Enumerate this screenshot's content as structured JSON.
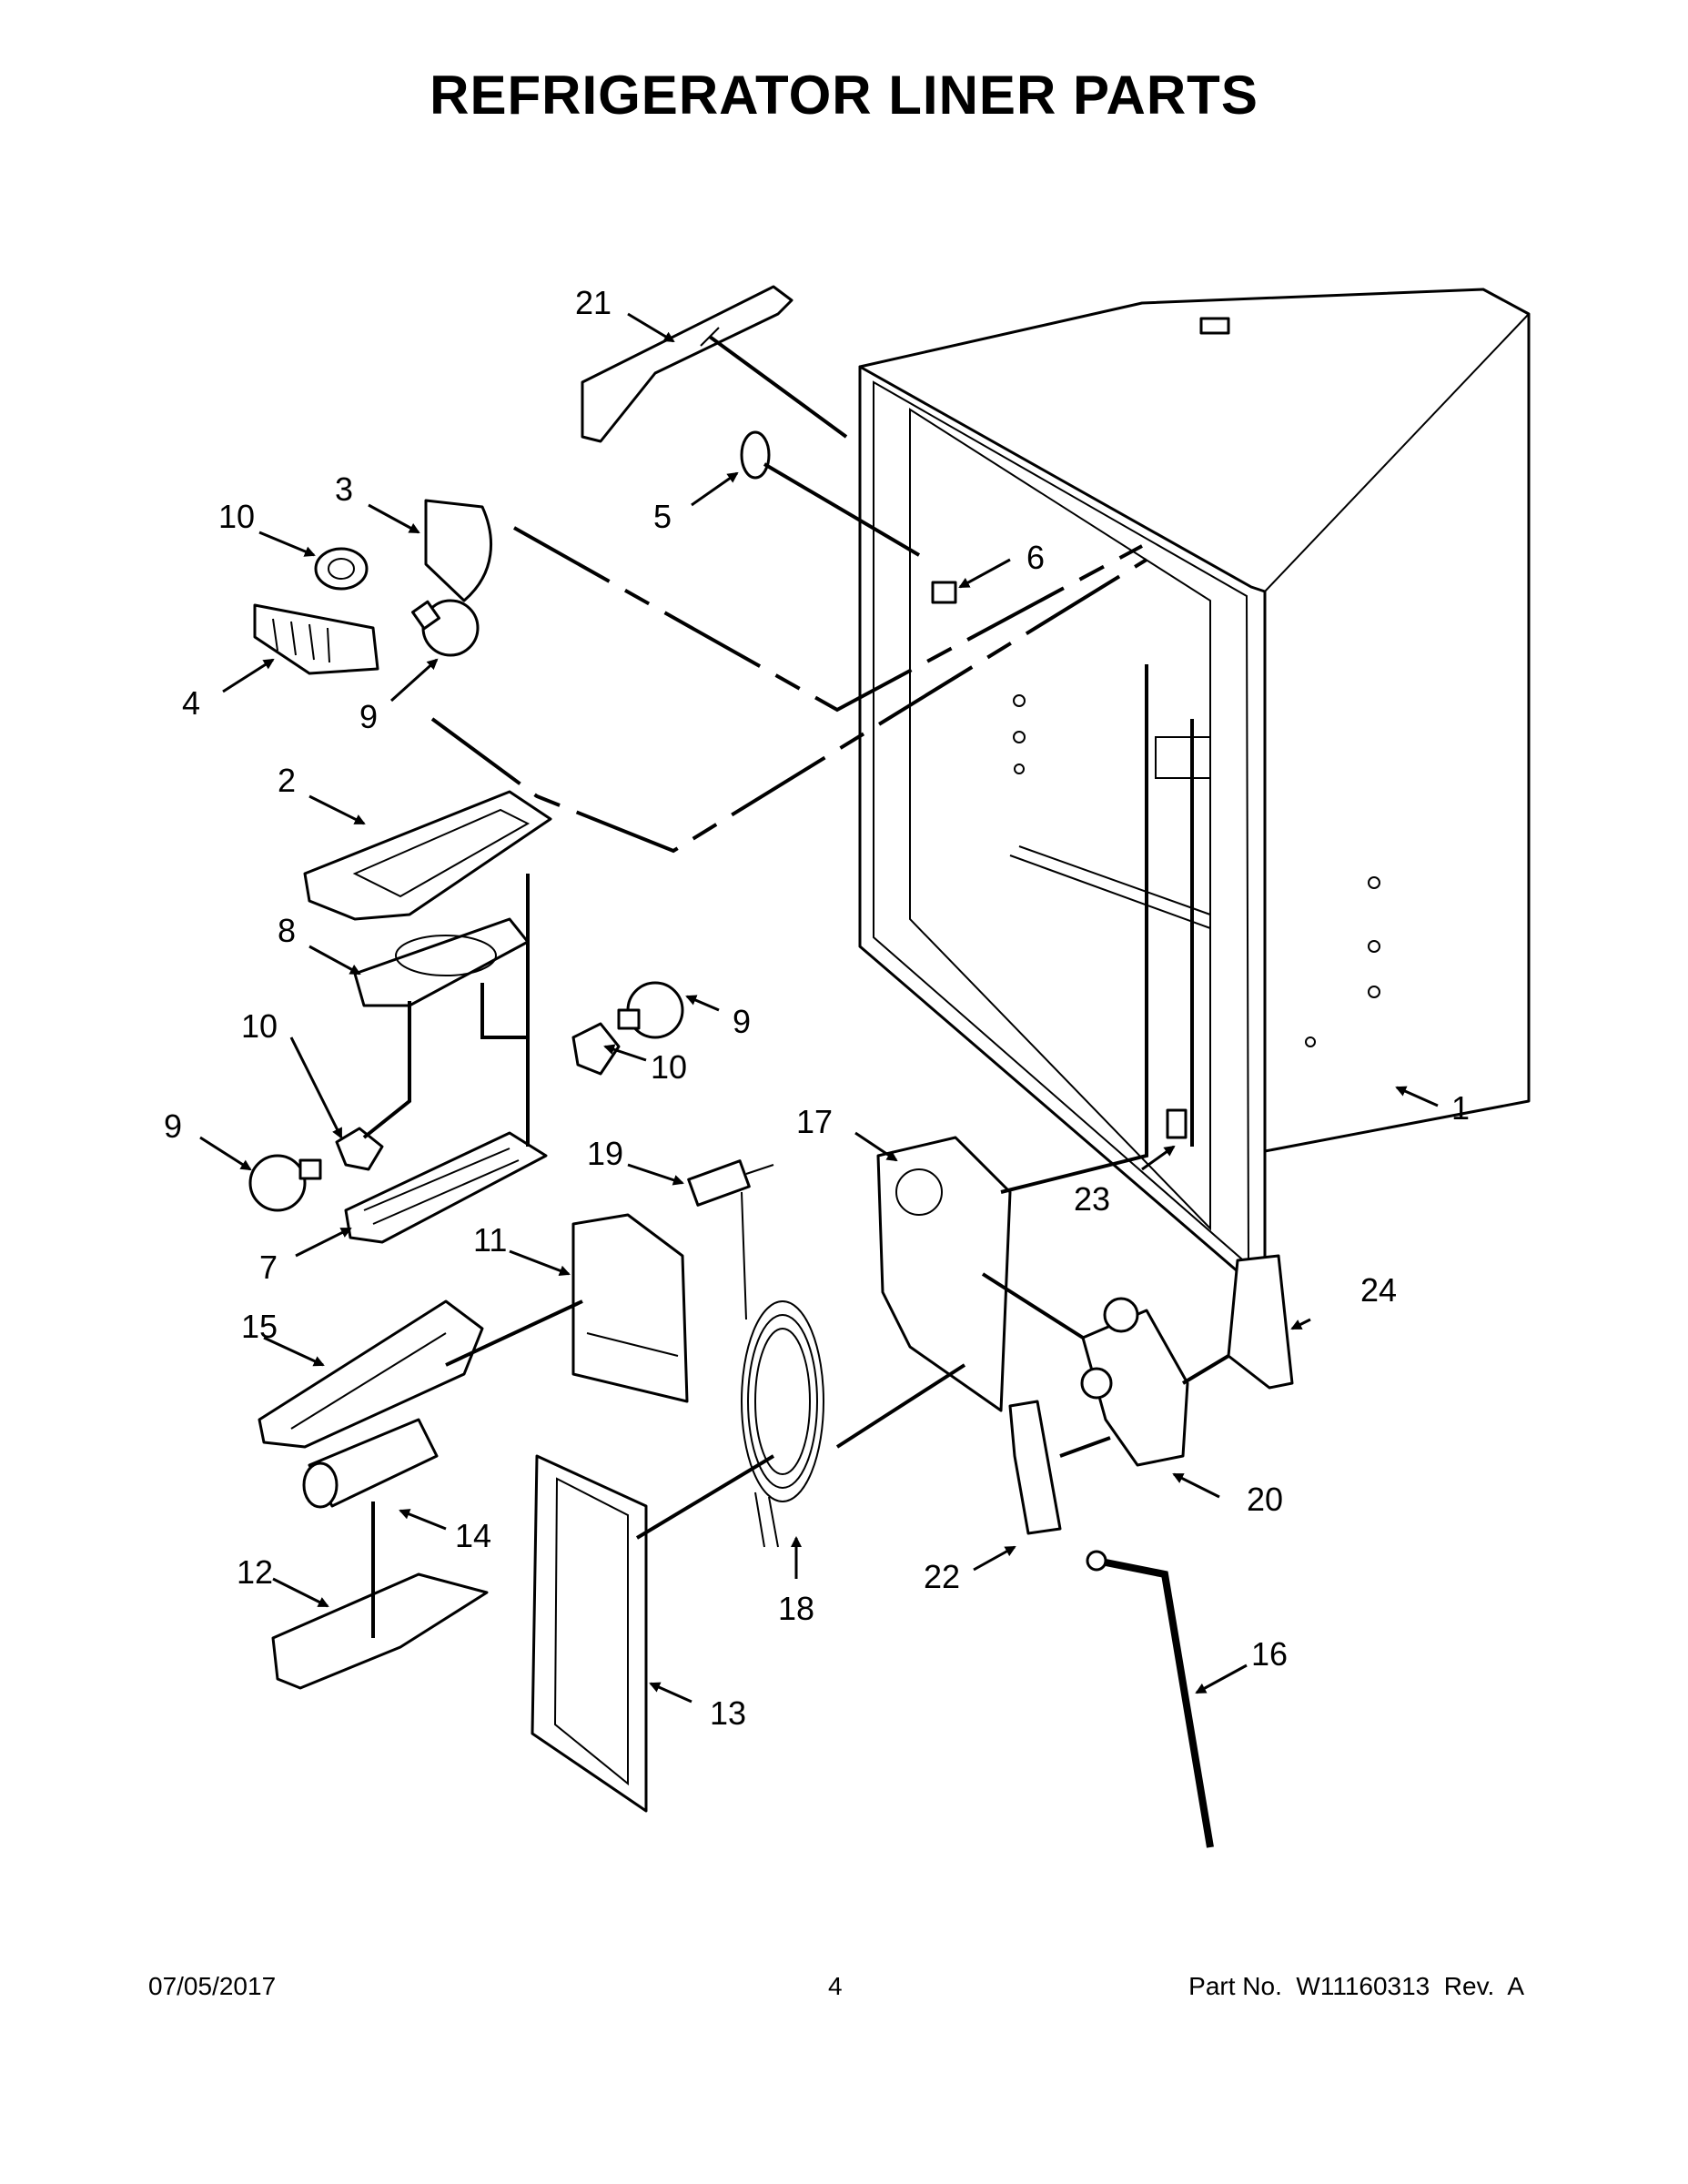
{
  "title": "REFRIGERATOR LINER PARTS",
  "footer": {
    "date": "07/05/2017",
    "page": "4",
    "part_no": "Part No.  W11160313  Rev.  A"
  },
  "callouts": [
    {
      "id": "c1",
      "text": "1"
    },
    {
      "id": "c2",
      "text": "2"
    },
    {
      "id": "c3",
      "text": "3"
    },
    {
      "id": "c4",
      "text": "4"
    },
    {
      "id": "c5",
      "text": "5"
    },
    {
      "id": "c6",
      "text": "6"
    },
    {
      "id": "c7",
      "text": "7"
    },
    {
      "id": "c8",
      "text": "8"
    },
    {
      "id": "c9a",
      "text": "9"
    },
    {
      "id": "c9b",
      "text": "9"
    },
    {
      "id": "c9c",
      "text": "9"
    },
    {
      "id": "c10a",
      "text": "10"
    },
    {
      "id": "c10b",
      "text": "10"
    },
    {
      "id": "c10c",
      "text": "10"
    },
    {
      "id": "c11",
      "text": "11"
    },
    {
      "id": "c12",
      "text": "12"
    },
    {
      "id": "c13",
      "text": "13"
    },
    {
      "id": "c14",
      "text": "14"
    },
    {
      "id": "c15",
      "text": "15"
    },
    {
      "id": "c16",
      "text": "16"
    },
    {
      "id": "c17",
      "text": "17"
    },
    {
      "id": "c18",
      "text": "18"
    },
    {
      "id": "c19",
      "text": "19"
    },
    {
      "id": "c20",
      "text": "20"
    },
    {
      "id": "c21",
      "text": "21"
    },
    {
      "id": "c22",
      "text": "22"
    },
    {
      "id": "c23",
      "text": "23"
    },
    {
      "id": "c24",
      "text": "24"
    }
  ]
}
